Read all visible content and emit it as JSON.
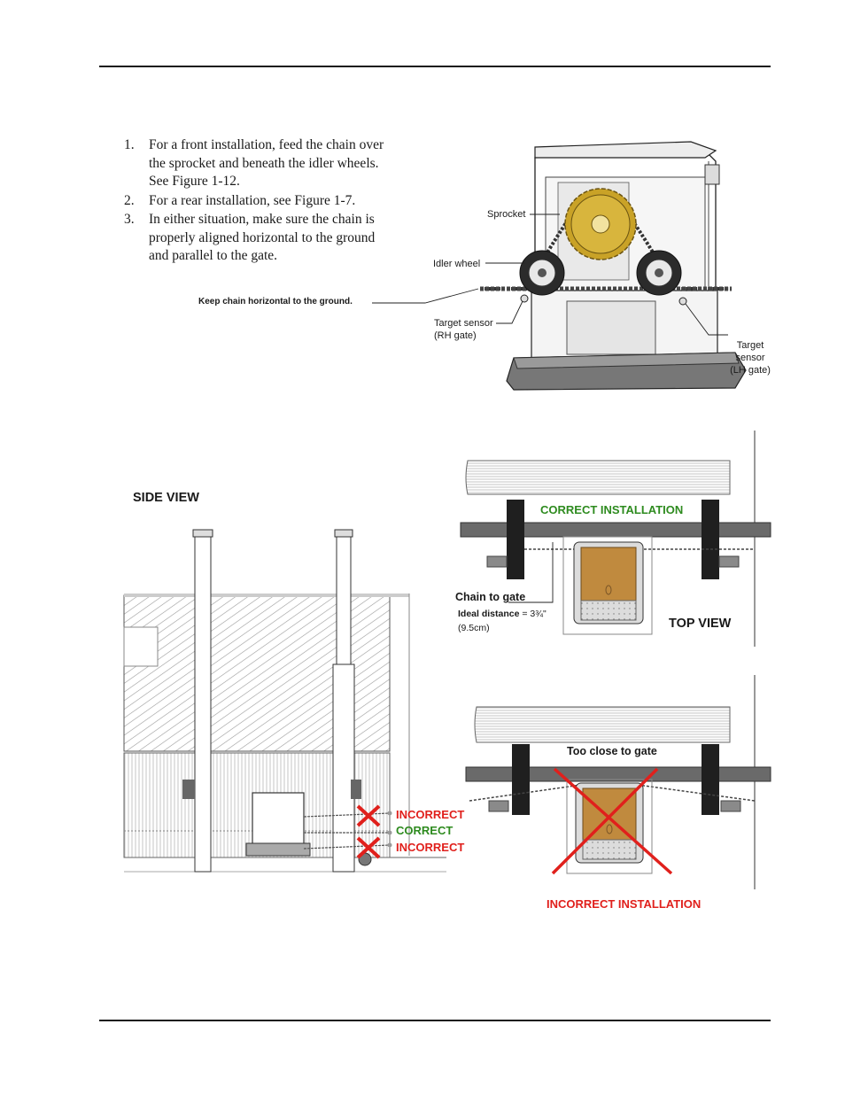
{
  "steps": [
    {
      "num": "1.",
      "text": "For a front installation, feed the chain over the sprocket and beneath the idler wheels. See Figure 1-12."
    },
    {
      "num": "2.",
      "text": "For a rear installation, see Figure 1-7."
    },
    {
      "num": "3.",
      "text": "In either situation, make sure the chain is properly aligned horizontal to the ground and parallel to the gate."
    }
  ],
  "figure_top": {
    "callout_keep_chain": "Keep chain horizontal to the ground.",
    "sprocket": "Sprocket",
    "idler_wheel": "Idler wheel",
    "target_rh_line1": "Target sensor",
    "target_rh_line2": "(RH gate)",
    "target_lh_line1": "Target",
    "target_lh_line2": "sensor",
    "target_lh_line3": "(LH gate)"
  },
  "side_view": {
    "heading": "SIDE VIEW",
    "status": [
      {
        "text": "INCORRECT",
        "state": "incorrect"
      },
      {
        "text": "CORRECT",
        "state": "correct"
      },
      {
        "text": "INCORRECT",
        "state": "incorrect"
      }
    ]
  },
  "top_view": {
    "heading": "TOP VIEW",
    "correct_caption": "CORRECT INSTALLATION",
    "chain_to_gate": "Chain to gate",
    "ideal_distance_label": "Ideal distance",
    "ideal_distance_value": " = 3¾\"",
    "ideal_distance_metric": "(9.5cm)",
    "too_close": "Too close to gate",
    "incorrect_caption": "INCORRECT INSTALLATION"
  },
  "colors": {
    "correct": "#2e8b1f",
    "incorrect": "#e0201c",
    "sprocket": "#c9a227",
    "operator_box": "#c08a3e"
  }
}
